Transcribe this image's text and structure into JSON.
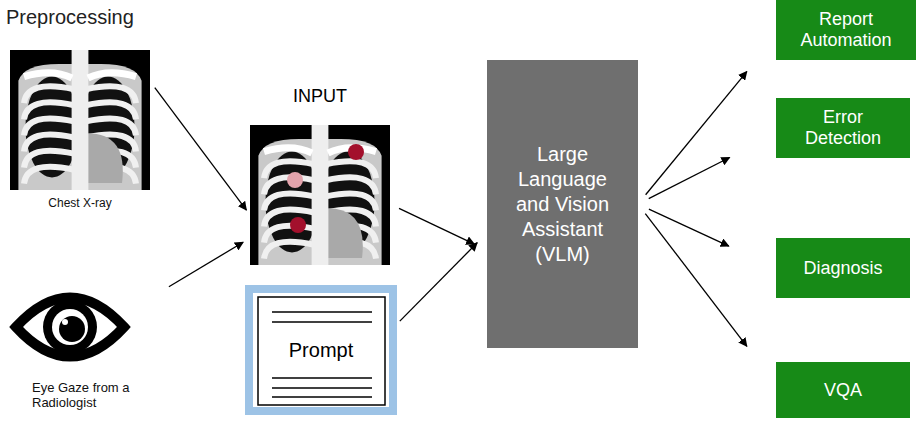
{
  "diagram": {
    "title": "Preprocessing",
    "nodes": [
      {
        "text": [
          "Chest X-ray"
        ]
      },
      {
        "text": [
          "Eye Gaze from a Radiologist"
        ]
      },
      {
        "text": [
          "INPUT"
        ]
      },
      {
        "text": [
          "Prompt"
        ]
      },
      {
        "text": [
          "Large Language and Vision Assistant (VLM)"
        ]
      },
      {
        "text": [
          "Report Automation"
        ]
      },
      {
        "text": [
          "Error Detection"
        ]
      },
      {
        "text": [
          "Diagnosis"
        ]
      },
      {
        "text": [
          "VQA"
        ]
      }
    ],
    "edges": [
      {
        "from": 0,
        "to": 2,
        "arrow": "to"
      },
      {
        "from": 1,
        "to": 2,
        "arrow": "to"
      },
      {
        "from": 2,
        "to": 4,
        "arrow": "to"
      },
      {
        "from": 3,
        "to": 4,
        "arrow": "to"
      },
      {
        "from": 4,
        "to": 5,
        "arrow": "to"
      },
      {
        "from": 4,
        "to": 6,
        "arrow": "to"
      },
      {
        "from": 4,
        "to": 7,
        "arrow": "to"
      },
      {
        "from": 4,
        "to": 8,
        "arrow": "to"
      }
    ]
  }
}
